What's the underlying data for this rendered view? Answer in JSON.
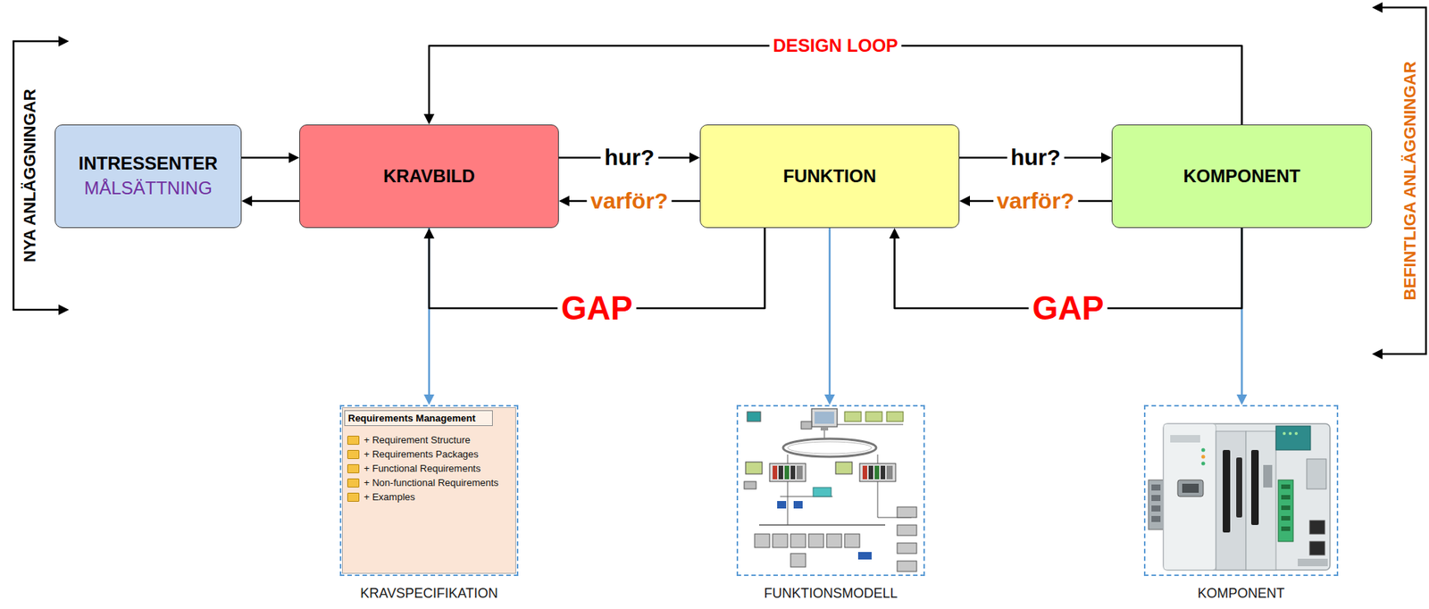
{
  "diagram": {
    "nodes": [
      {
        "text": [
          "INTRESSENTER",
          "MÅLSÄTTNING"
        ]
      },
      {
        "text": [
          "KRAVBILD"
        ]
      },
      {
        "text": [
          "FUNKTION"
        ]
      },
      {
        "text": [
          "KOMPONENT"
        ]
      },
      {
        "text": [
          "KRAVSPECIFIKATION"
        ]
      },
      {
        "text": [
          "Requirements Management",
          "+ Requirement Structure",
          "+ Requirements Packages",
          "+ Functional Requirements",
          "+ Non-functional Requirements",
          "+ Examples"
        ],
        "in": 4
      },
      {
        "text": [
          "FUNKTIONSMODELL"
        ]
      },
      {
        "text": [
          "KOMPONENT"
        ]
      }
    ],
    "edges": [
      {
        "from": 0,
        "to": 1,
        "arrow": "to"
      },
      {
        "from": 1,
        "to": 0,
        "arrow": "to"
      },
      {
        "from": 1,
        "to": 2,
        "label": "hur?",
        "arrow": "to"
      },
      {
        "from": 2,
        "to": 1,
        "label": "varför?",
        "arrow": "to"
      },
      {
        "from": 2,
        "to": 3,
        "label": "hur?",
        "arrow": "to"
      },
      {
        "from": 3,
        "to": 2,
        "label": "varför?",
        "arrow": "to"
      },
      {
        "from": 3,
        "to": 1,
        "label": "DESIGN LOOP",
        "arrow": "to"
      },
      {
        "from": 2,
        "to": 1,
        "label": "GAP",
        "arrow": "to"
      },
      {
        "from": 3,
        "to": 2,
        "label": "GAP",
        "arrow": "to"
      },
      {
        "from": 1,
        "to": 4,
        "arrow": "to"
      },
      {
        "from": 2,
        "to": 6,
        "arrow": "to"
      },
      {
        "from": 3,
        "to": 7,
        "arrow": "to"
      }
    ],
    "labels": [
      "NYA ANLÄGGNINGAR",
      "BEFINTLIGA ANLÄGGNINGAR"
    ]
  }
}
